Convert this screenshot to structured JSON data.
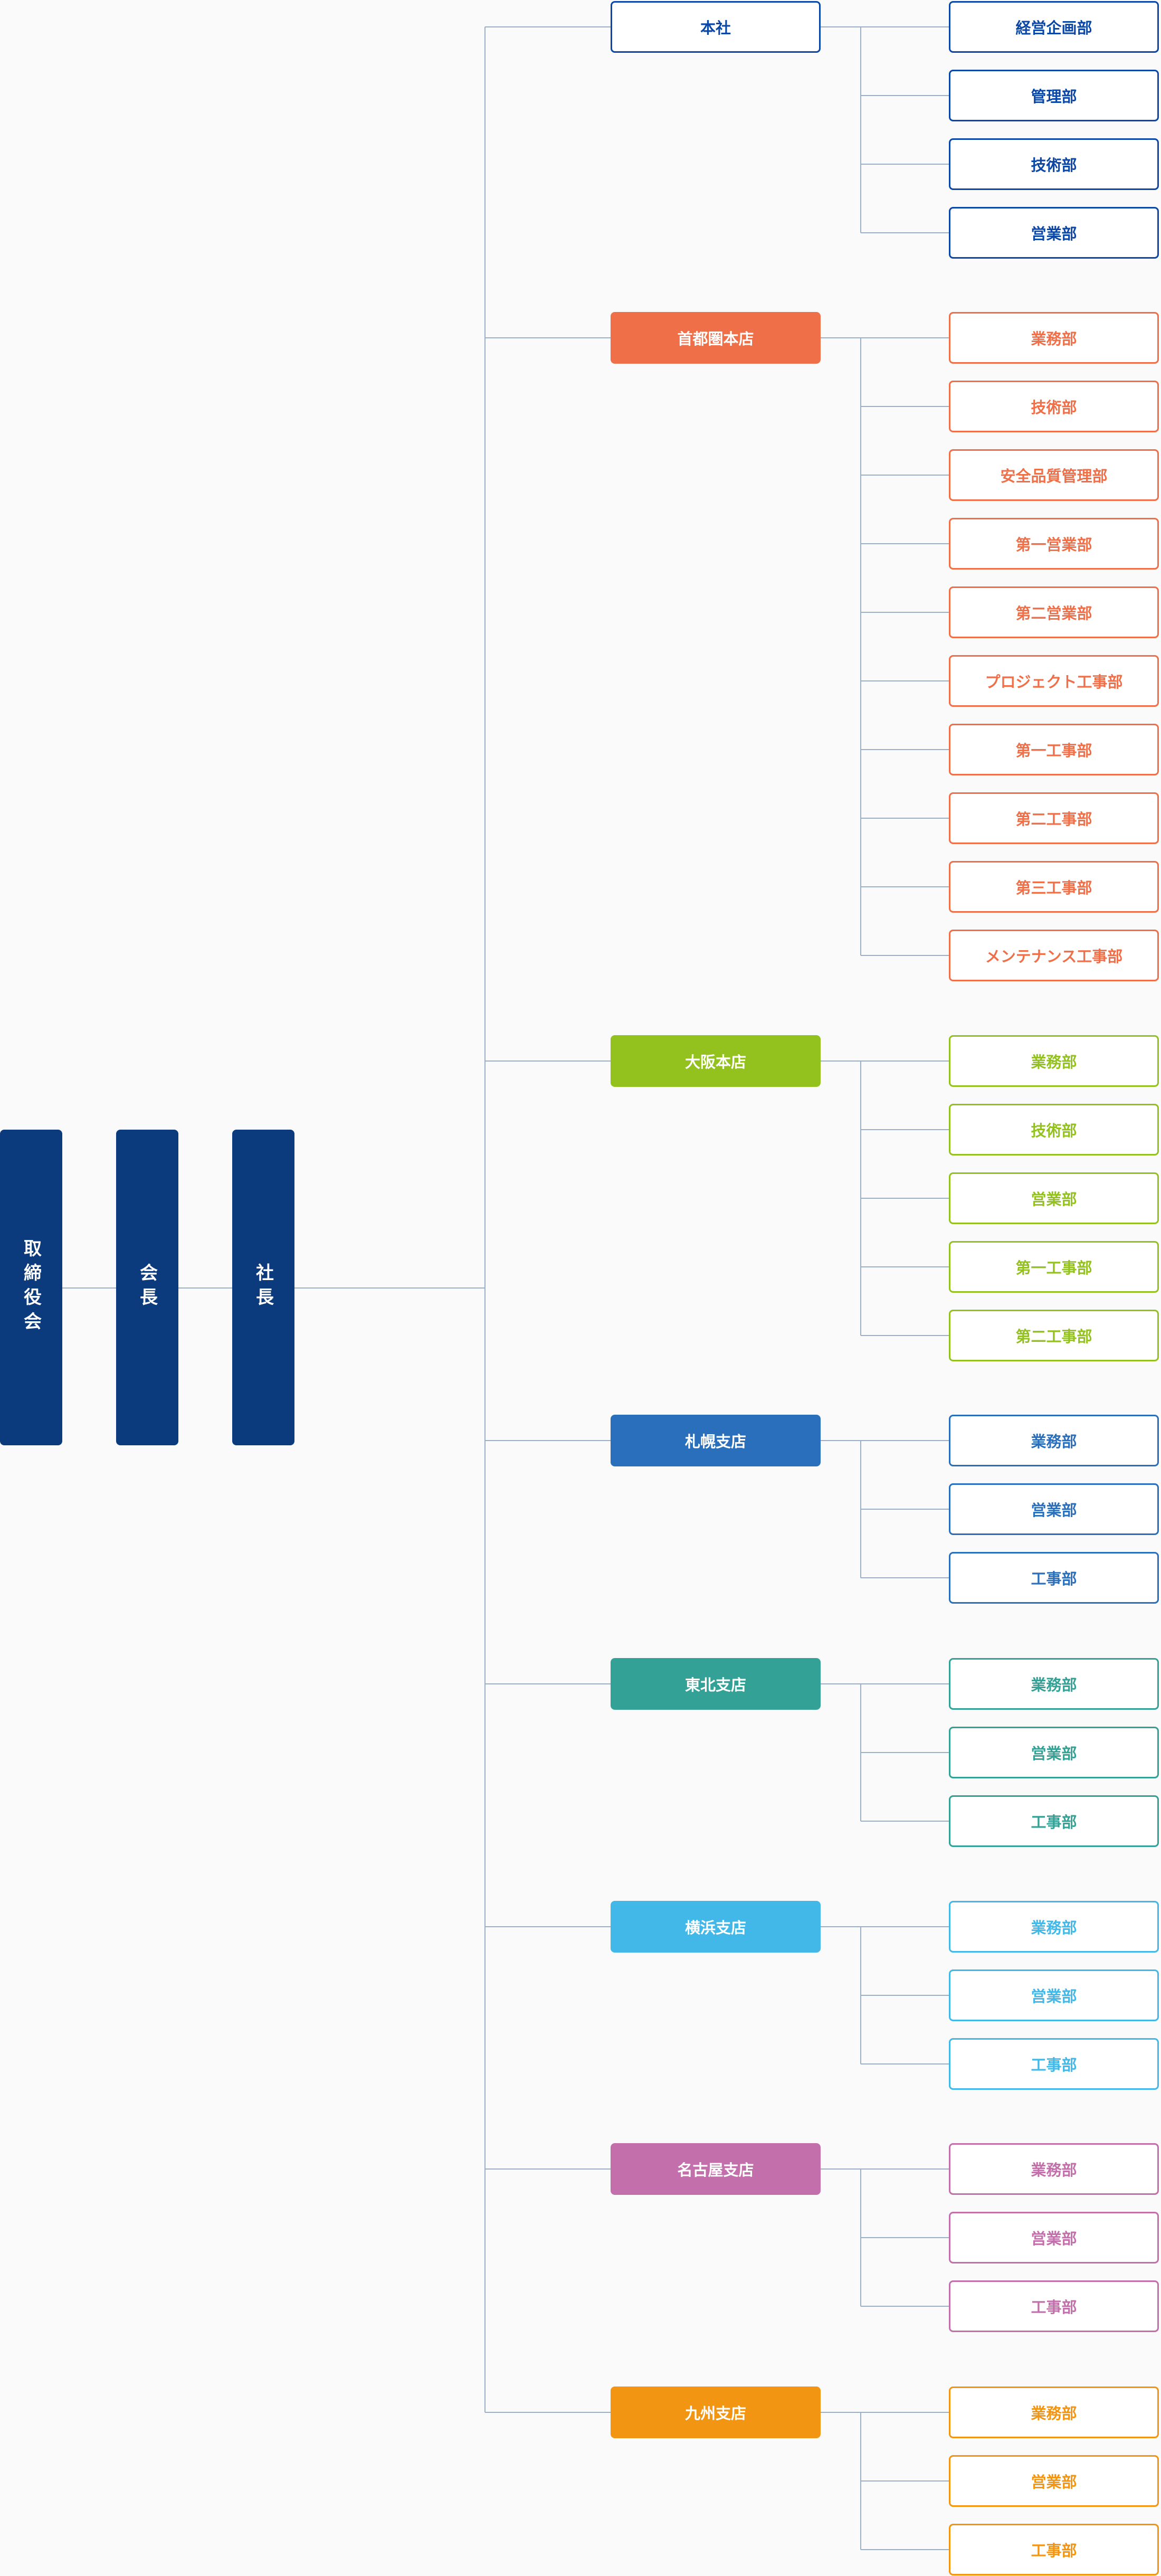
{
  "executives": [
    {
      "label": "取締役会"
    },
    {
      "label": "会長"
    },
    {
      "label": "社長"
    }
  ],
  "branches": [
    {
      "name": "本社",
      "color": "#0b47a6",
      "style": "outline",
      "departments": [
        "経営企画部",
        "管理部",
        "技術部",
        "営業部"
      ]
    },
    {
      "name": "首都圏本店",
      "color": "#ee6f48",
      "style": "filled",
      "departments": [
        "業務部",
        "技術部",
        "安全品質管理部",
        "第一営業部",
        "第二営業部",
        "プロジェクト工事部",
        "第一工事部",
        "第二工事部",
        "第三工事部",
        "メンテナンス工事部"
      ]
    },
    {
      "name": "大阪本店",
      "color": "#93c21f",
      "style": "filled",
      "departments": [
        "業務部",
        "技術部",
        "営業部",
        "第一工事部",
        "第二工事部"
      ]
    },
    {
      "name": "札幌支店",
      "color": "#2a6fbb",
      "style": "filled",
      "departments": [
        "業務部",
        "営業部",
        "工事部"
      ]
    },
    {
      "name": "東北支店",
      "color": "#34a196",
      "style": "filled",
      "departments": [
        "業務部",
        "営業部",
        "工事部"
      ]
    },
    {
      "name": "横浜支店",
      "color": "#42b8e8",
      "style": "filled",
      "departments": [
        "業務部",
        "営業部",
        "工事部"
      ]
    },
    {
      "name": "名古屋支店",
      "color": "#c26fab",
      "style": "filled",
      "departments": [
        "業務部",
        "営業部",
        "工事部"
      ]
    },
    {
      "name": "九州支店",
      "color": "#f29512",
      "style": "filled",
      "departments": [
        "業務部",
        "営業部",
        "工事部"
      ]
    }
  ],
  "colors": {
    "executive": "#0b3b7c",
    "connector": "#9bb0c8"
  }
}
